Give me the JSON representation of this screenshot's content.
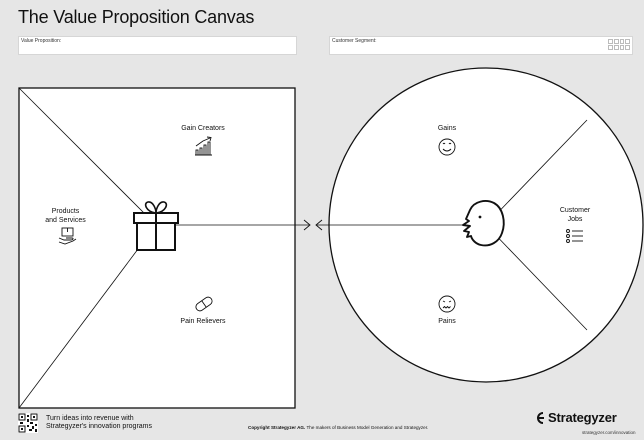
{
  "title": "The Value Proposition Canvas",
  "fields": {
    "value_proposition": "Value Proposition:",
    "customer_segment": "Customer Segment:"
  },
  "value_map": {
    "gain_creators": "Gain Creators",
    "products_services_line1": "Products",
    "products_services_line2": "and Services",
    "pain_relievers": "Pain Relievers"
  },
  "customer_profile": {
    "gains": "Gains",
    "jobs_line1": "Customer",
    "jobs_line2": "Jobs",
    "pains": "Pains"
  },
  "icons": {
    "gain_creators": "rising-bar-chart-icon",
    "products_services": "hand-holding-box-icon",
    "pain_relievers": "pill-icon",
    "value_map_center": "gift-icon",
    "gains": "smiling-face-icon",
    "jobs": "checklist-icon",
    "pains": "frowning-face-icon",
    "customer_profile_center": "face-profile-icon"
  },
  "footer": {
    "promo_line1": "Turn ideas into revenue with",
    "promo_line2": "Strategyzer's innovation programs",
    "copyright_bold": "Copyright Strategyzer AG.",
    "copyright_rest": " The makers of Business Model Generation and Strategyzer.",
    "brand": "Strategyzer",
    "brand_url": "strategyzer.com/innovation"
  },
  "colors": {
    "background": "#e6e6e6",
    "panel": "#ffffff",
    "ink": "#111111"
  }
}
